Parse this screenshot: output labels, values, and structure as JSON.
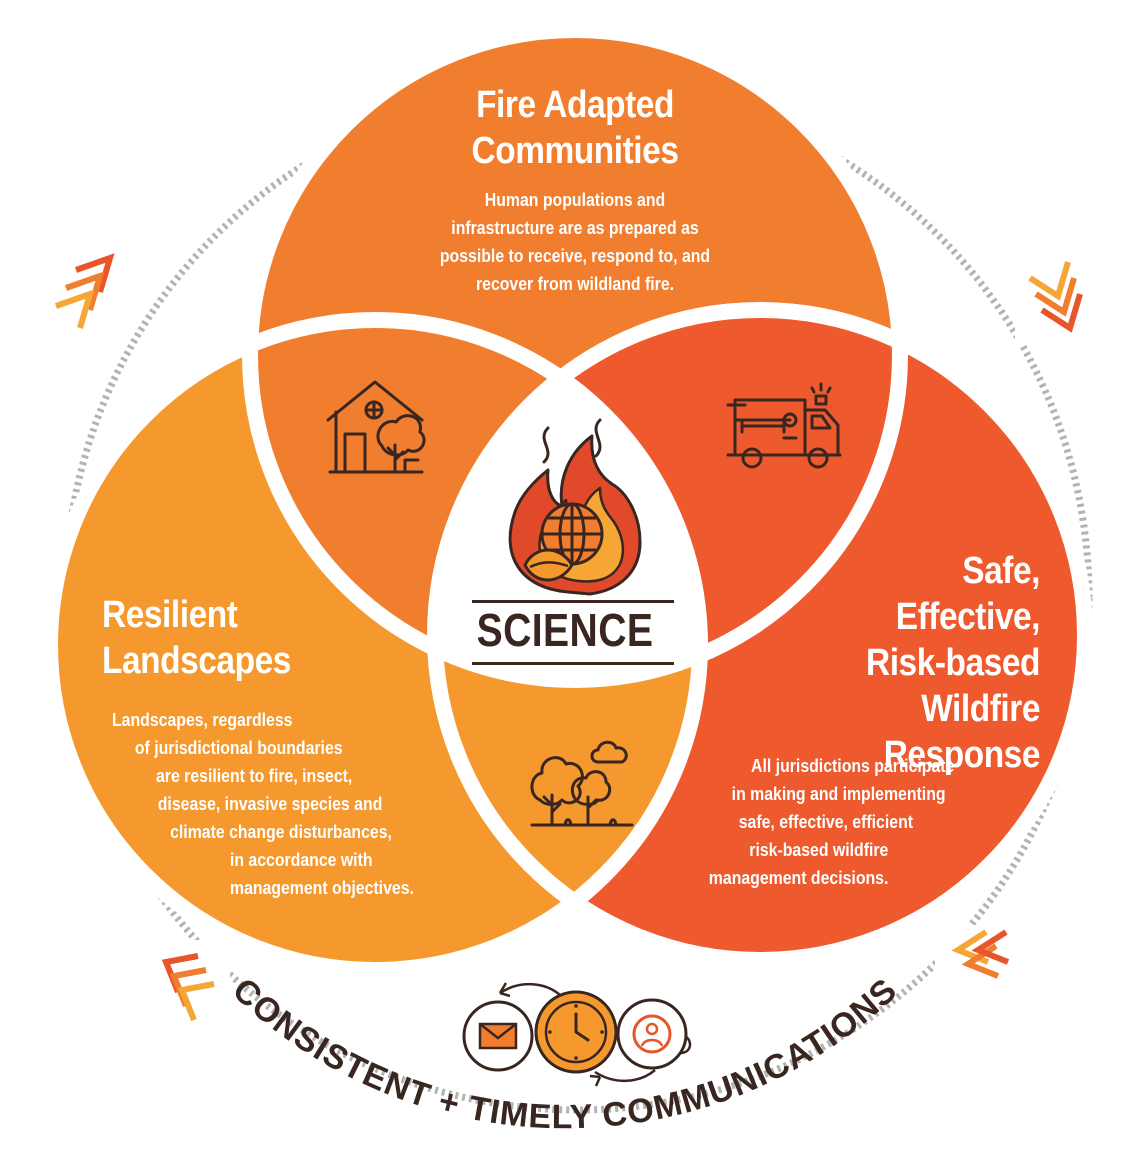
{
  "diagram": {
    "center_label": "SCIENCE",
    "circles": [
      {
        "title": [
          "Fire Adapted",
          "Communities"
        ],
        "description": [
          "Human populations and",
          "infrastructure are as prepared as",
          "possible to receive, respond to, and",
          "recover from wildland fire."
        ],
        "icon": "house-with-tree-icon",
        "color": "#F07E2E"
      },
      {
        "title": [
          "Resilient",
          "Landscapes"
        ],
        "description": [
          "Landscapes, regardless",
          "of jurisdictional boundaries",
          "are resilient to fire, insect,",
          "disease, invasive species and",
          "climate change disturbances,",
          "in accordance with",
          "management objectives."
        ],
        "icon": "trees-and-cloud-icon",
        "color": "#F5992F"
      },
      {
        "title": [
          "Safe,",
          "Effective,",
          "Risk-based",
          "Wildfire Response"
        ],
        "description": [
          "All jurisdictions participate",
          "in making and implementing",
          "safe, effective, efficient",
          "risk-based wildfire",
          "management decisions."
        ],
        "icon": "fire-truck-icon",
        "color": "#EE5A2E"
      }
    ],
    "ring_label": "CONSISTENT + TIMELY COMMUNICATIONS",
    "ring_icons": [
      "envelope-icon",
      "clock-icon",
      "person-icon"
    ],
    "center_icon": "flame-globe-leaf-icon",
    "colors": {
      "dark_text": "#3A2620",
      "dotted_ring": "#B3B3B3",
      "chevron_dark": "#E8552A",
      "chevron_light": "#F5A634"
    }
  }
}
